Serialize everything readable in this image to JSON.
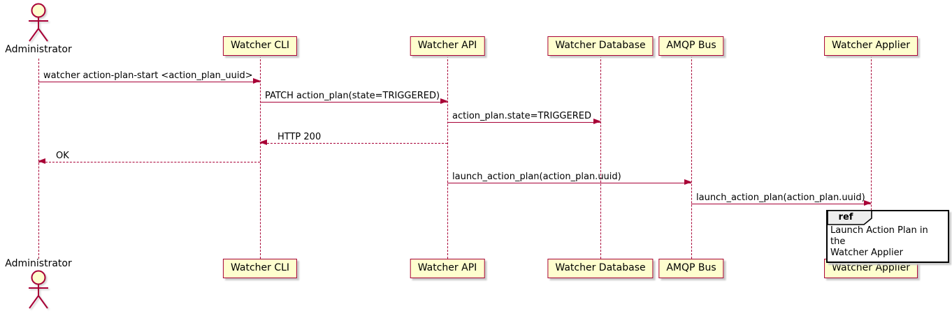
{
  "diagram_type": "plantuml-sequence",
  "actor": {
    "name": "Administrator"
  },
  "participants": [
    "Watcher CLI",
    "Watcher API",
    "Watcher Database",
    "AMQP Bus",
    "Watcher Applier"
  ],
  "messages": [
    {
      "from": "Administrator",
      "to": "Watcher CLI",
      "label": "watcher action-plan-start <action_plan_uuid>",
      "line": "solid",
      "direction": "right"
    },
    {
      "from": "Watcher CLI",
      "to": "Watcher API",
      "label": "PATCH action_plan(state=TRIGGERED)",
      "line": "solid",
      "direction": "right"
    },
    {
      "from": "Watcher API",
      "to": "Watcher Database",
      "label": "action_plan.state=TRIGGERED",
      "line": "solid",
      "direction": "right"
    },
    {
      "from": "Watcher API",
      "to": "Watcher CLI",
      "label": "HTTP 200",
      "line": "dashed",
      "direction": "left"
    },
    {
      "from": "Watcher CLI",
      "to": "Administrator",
      "label": "OK",
      "line": "dashed",
      "direction": "left"
    },
    {
      "from": "Watcher API",
      "to": "AMQP Bus",
      "label": "launch_action_plan(action_plan.uuid)",
      "line": "solid",
      "direction": "right"
    },
    {
      "from": "AMQP Bus",
      "to": "Watcher Applier",
      "label": "launch_action_plan(action_plan.uuid)",
      "line": "solid",
      "direction": "right"
    }
  ],
  "ref": {
    "keyword": "ref",
    "over": "Watcher Applier",
    "text_line1": "Launch Action Plan in the",
    "text_line2": "Watcher Applier"
  },
  "colors": {
    "participant_fill": "#FEFECE",
    "participant_border": "#A80036",
    "arrow": "#A80036",
    "lifeline": "#A80036",
    "actor": "#A80036",
    "ref_header_fill": "#EEEEEE",
    "ref_border": "#000000",
    "background": "#FFFFFF"
  }
}
